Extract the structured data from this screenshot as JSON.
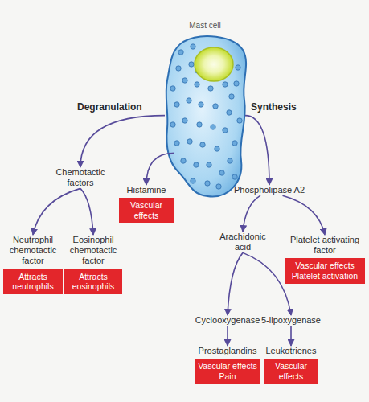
{
  "diagram": {
    "nodes": [
      {
        "text": [
          "Mast cell"
        ]
      },
      {
        "text": [
          "Chemotactic factors"
        ]
      },
      {
        "text": [
          "Histamine",
          "Vascular effects"
        ]
      },
      {
        "text": [
          "Phospholipase A2"
        ]
      },
      {
        "text": [
          "Neutrophil chemotactic factor",
          "Attracts neutrophils"
        ]
      },
      {
        "text": [
          "Eosinophil chemotactic factor",
          "Attracts eosinophils"
        ]
      },
      {
        "text": [
          "Arachidonic acid"
        ]
      },
      {
        "text": [
          "Platelet activating factor",
          "Vascular effects Platelet activation"
        ]
      },
      {
        "text": [
          "Cyclooxygenase"
        ]
      },
      {
        "text": [
          "5-lipoxygenase"
        ]
      },
      {
        "text": [
          "Prostaglandins",
          "Vascular effects Pain"
        ]
      },
      {
        "text": [
          "Leukotrienes",
          "Vascular effects"
        ]
      }
    ],
    "edges": [
      {
        "from": 0,
        "to": 1,
        "label": "Degranulation",
        "arrow": "to"
      },
      {
        "from": 0,
        "to": 2,
        "arrow": "to"
      },
      {
        "from": 0,
        "to": 3,
        "label": "Synthesis",
        "arrow": "to"
      },
      {
        "from": 1,
        "to": 4,
        "arrow": "to"
      },
      {
        "from": 1,
        "to": 5,
        "arrow": "to"
      },
      {
        "from": 3,
        "to": 6,
        "arrow": "to"
      },
      {
        "from": 3,
        "to": 7,
        "arrow": "to"
      },
      {
        "from": 6,
        "to": 8,
        "arrow": "to"
      },
      {
        "from": 6,
        "to": 9,
        "arrow": "to"
      },
      {
        "from": 8,
        "to": 10,
        "arrow": "to"
      },
      {
        "from": 9,
        "to": 11,
        "arrow": "to"
      }
    ]
  }
}
